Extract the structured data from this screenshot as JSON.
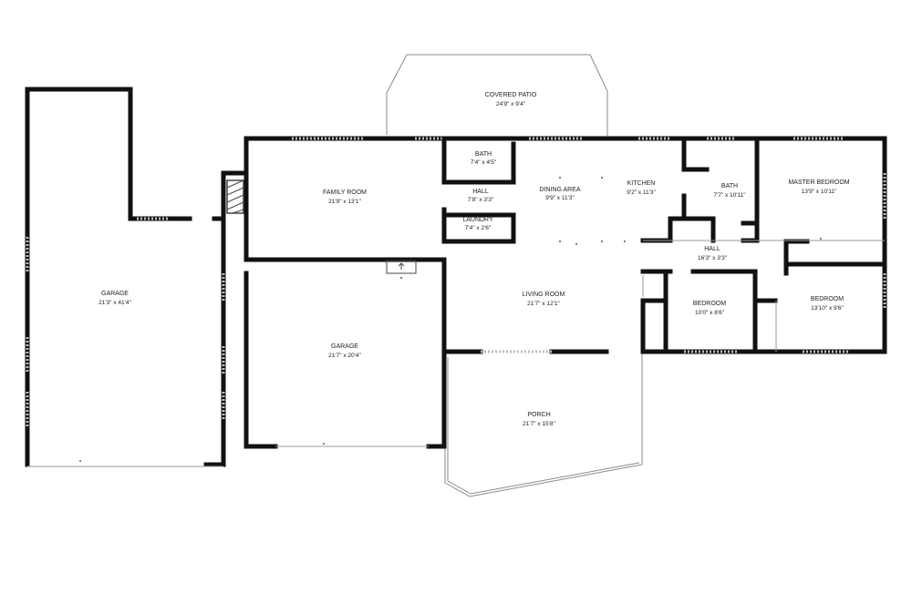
{
  "rooms": [
    {
      "key": "covered_patio",
      "name": "COVERED PATIO",
      "dims": "24'9\" x 9'4\""
    },
    {
      "key": "family_room",
      "name": "FAMILY ROOM",
      "dims": "21'9\" x 13'1\""
    },
    {
      "key": "bath1",
      "name": "BATH",
      "dims": "7'4\" x 4'5\""
    },
    {
      "key": "hall1",
      "name": "HALL",
      "dims": "7'8\" x 3'3\""
    },
    {
      "key": "laundry",
      "name": "LAUNDRY",
      "dims": "7'4\" x 2'6\""
    },
    {
      "key": "dining_area",
      "name": "DINING AREA",
      "dims": "9'9\" x 11'3\""
    },
    {
      "key": "kitchen",
      "name": "KITCHEN",
      "dims": "9'2\" x 11'3\""
    },
    {
      "key": "bath2",
      "name": "BATH",
      "dims": "7'7\" x 10'11\""
    },
    {
      "key": "master_bedroom",
      "name": "MASTER BEDROOM",
      "dims": "13'9\" x 10'11\""
    },
    {
      "key": "hall2",
      "name": "HALL",
      "dims": "16'3\" x 3'3\""
    },
    {
      "key": "garage_left",
      "name": "GARAGE",
      "dims": "21'3\" x 41'4\""
    },
    {
      "key": "garage_mid",
      "name": "GARAGE",
      "dims": "21'7\" x 20'4\""
    },
    {
      "key": "living_room",
      "name": "LIVING ROOM",
      "dims": "21'7\" x 12'1\""
    },
    {
      "key": "bedroom1",
      "name": "BEDROOM",
      "dims": "10'0\" x 8'6\""
    },
    {
      "key": "bedroom2",
      "name": "BEDROOM",
      "dims": "13'10\" x 9'6\""
    },
    {
      "key": "porch",
      "name": "PORCH",
      "dims": "21'7\" x 15'8\""
    }
  ],
  "colors": {
    "wall": "#111111",
    "fireplace": "#444444",
    "outline": "#8a8a8a"
  },
  "icons": {
    "fireplace": "fireplace-icon",
    "stair": "entry-step-icon"
  }
}
